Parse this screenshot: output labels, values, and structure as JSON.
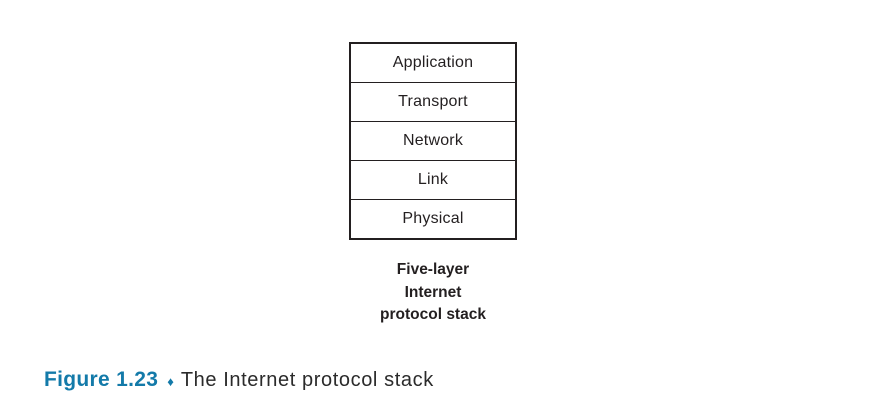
{
  "figure": {
    "stack": {
      "layers": [
        "Application",
        "Transport",
        "Network",
        "Link",
        "Physical"
      ],
      "label_line1": "Five-layer",
      "label_line2": "Internet",
      "label_line3": "protocol stack"
    },
    "caption": {
      "figure_number": "Figure 1.23",
      "separator": "♦",
      "text": "The Internet protocol stack"
    },
    "colors": {
      "caption_blue": "#137aa9",
      "border": "#231f20",
      "text": "#231f20"
    }
  }
}
